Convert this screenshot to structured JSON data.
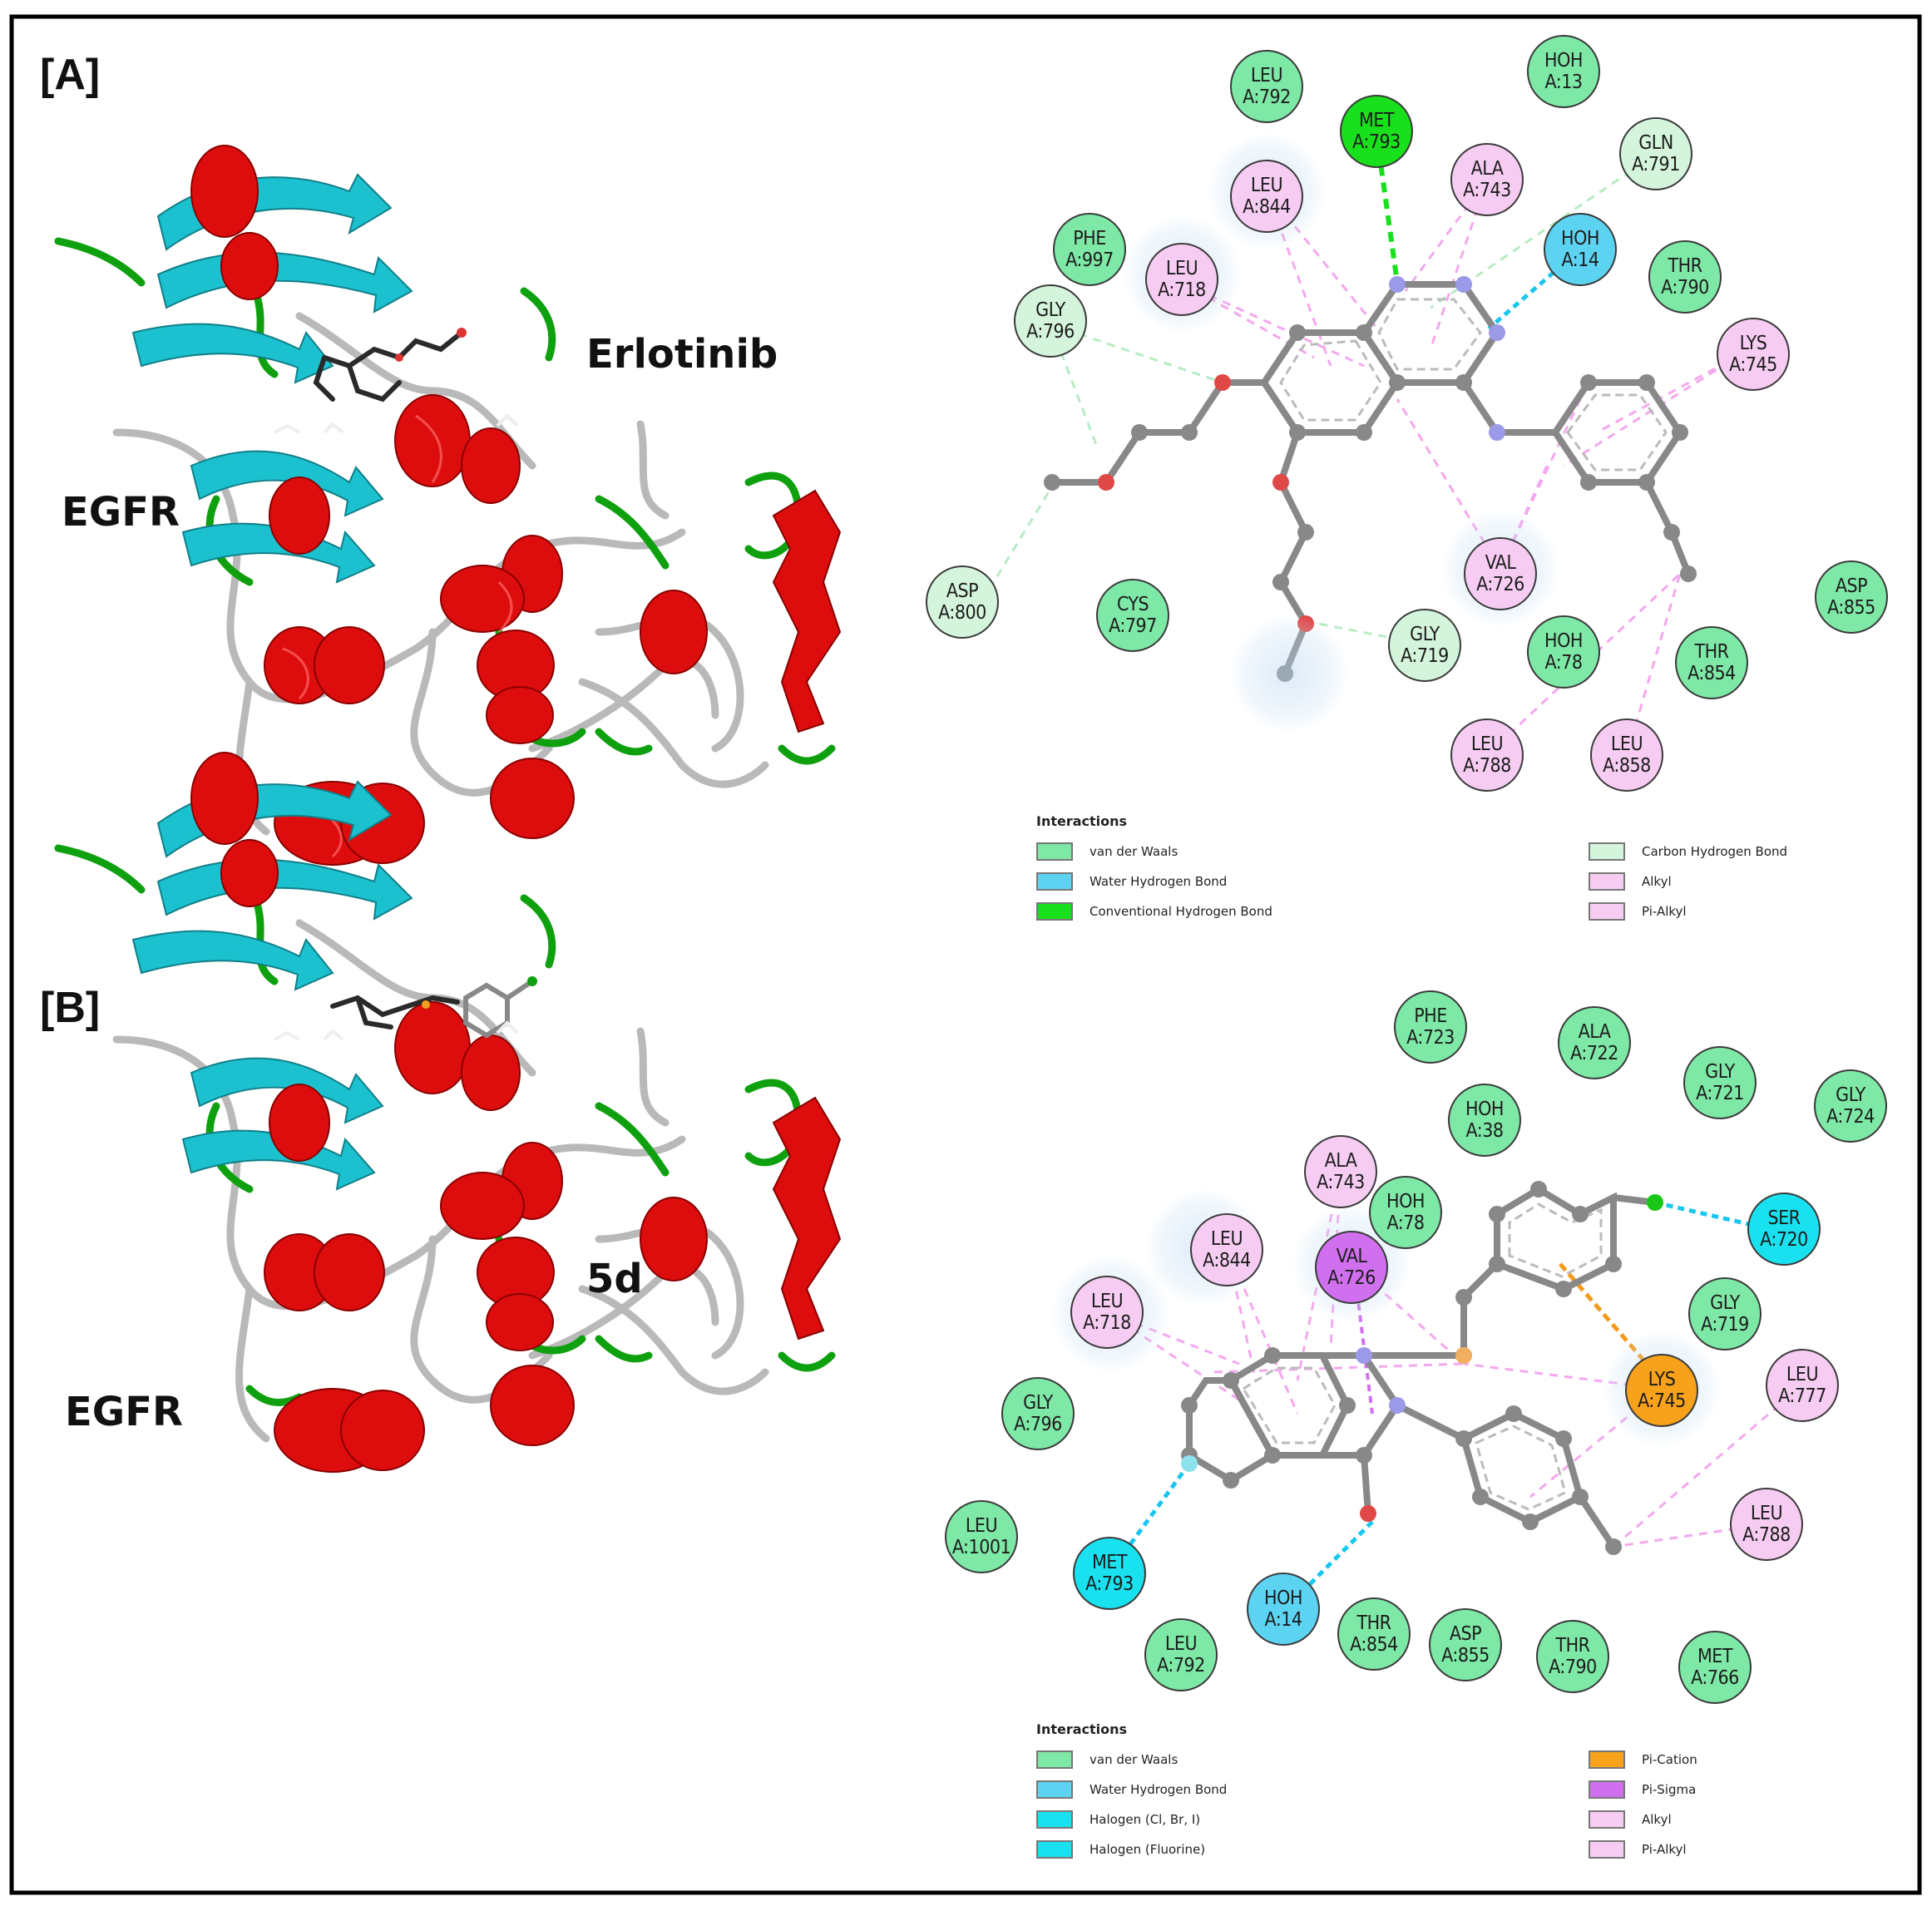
{
  "colors": {
    "vdw": "#7ee8a6",
    "water_hbond": "#5dd3f2",
    "conv_hbond": "#19e01c",
    "carbon_hbond": "#d4f5dc",
    "alkyl": "#f7ccf2",
    "pi_alkyl": "#f7ccf2",
    "halogen": "#19e1ef",
    "pi_cation": "#f7a21a",
    "pi_sigma": "#d070ee",
    "helix": "#dd0d0d",
    "strand": "#1bc1cf",
    "turn": "#0fa00f",
    "coil": "#b4b4b4"
  },
  "panelA": {
    "label": "[A]",
    "protein_label": "EGFR",
    "ligand_label": "Erlotinib",
    "residues": [
      {
        "name": "LEU",
        "id": "A:792",
        "type": "vdw"
      },
      {
        "name": "MET",
        "id": "A:793",
        "type": "conv_hbond"
      },
      {
        "name": "HOH",
        "id": "A:13",
        "type": "vdw"
      },
      {
        "name": "GLN",
        "id": "A:791",
        "type": "carbon_hbond"
      },
      {
        "name": "LEU",
        "id": "A:844",
        "type": "alkyl"
      },
      {
        "name": "ALA",
        "id": "A:743",
        "type": "alkyl"
      },
      {
        "name": "PHE",
        "id": "A:997",
        "type": "vdw"
      },
      {
        "name": "LEU",
        "id": "A:718",
        "type": "alkyl"
      },
      {
        "name": "HOH",
        "id": "A:14",
        "type": "water_hbond"
      },
      {
        "name": "THR",
        "id": "A:790",
        "type": "vdw"
      },
      {
        "name": "GLY",
        "id": "A:796",
        "type": "carbon_hbond"
      },
      {
        "name": "LYS",
        "id": "A:745",
        "type": "alkyl"
      },
      {
        "name": "ASP",
        "id": "A:800",
        "type": "carbon_hbond"
      },
      {
        "name": "CYS",
        "id": "A:797",
        "type": "vdw"
      },
      {
        "name": "VAL",
        "id": "A:726",
        "type": "alkyl"
      },
      {
        "name": "ASP",
        "id": "A:855",
        "type": "vdw"
      },
      {
        "name": "GLY",
        "id": "A:719",
        "type": "carbon_hbond"
      },
      {
        "name": "HOH",
        "id": "A:78",
        "type": "vdw"
      },
      {
        "name": "THR",
        "id": "A:854",
        "type": "vdw"
      },
      {
        "name": "LEU",
        "id": "A:788",
        "type": "alkyl"
      },
      {
        "name": "LEU",
        "id": "A:858",
        "type": "alkyl"
      }
    ],
    "legend_title": "Interactions",
    "legend": [
      {
        "label": "van der Waals",
        "type": "vdw"
      },
      {
        "label": "Water Hydrogen Bond",
        "type": "water_hbond"
      },
      {
        "label": "Conventional Hydrogen Bond",
        "type": "conv_hbond"
      },
      {
        "label": "Carbon Hydrogen Bond",
        "type": "carbon_hbond"
      },
      {
        "label": "Alkyl",
        "type": "alkyl"
      },
      {
        "label": "Pi-Alkyl",
        "type": "pi_alkyl"
      }
    ]
  },
  "panelB": {
    "label": "[B]",
    "protein_label": "EGFR",
    "ligand_label": "5d",
    "residues": [
      {
        "name": "PHE",
        "id": "A:723",
        "type": "vdw"
      },
      {
        "name": "ALA",
        "id": "A:722",
        "type": "vdw"
      },
      {
        "name": "GLY",
        "id": "A:721",
        "type": "vdw"
      },
      {
        "name": "GLY",
        "id": "A:724",
        "type": "vdw"
      },
      {
        "name": "HOH",
        "id": "A:38",
        "type": "vdw"
      },
      {
        "name": "ALA",
        "id": "A:743",
        "type": "alkyl"
      },
      {
        "name": "HOH",
        "id": "A:78",
        "type": "vdw"
      },
      {
        "name": "SER",
        "id": "A:720",
        "type": "halogen"
      },
      {
        "name": "LEU",
        "id": "A:844",
        "type": "alkyl"
      },
      {
        "name": "VAL",
        "id": "A:726",
        "type": "pi_sigma"
      },
      {
        "name": "LEU",
        "id": "A:718",
        "type": "alkyl"
      },
      {
        "name": "GLY",
        "id": "A:719",
        "type": "vdw"
      },
      {
        "name": "LYS",
        "id": "A:745",
        "type": "pi_cation"
      },
      {
        "name": "LEU",
        "id": "A:777",
        "type": "alkyl"
      },
      {
        "name": "GLY",
        "id": "A:796",
        "type": "vdw"
      },
      {
        "name": "LEU",
        "id": "A:1001",
        "type": "vdw"
      },
      {
        "name": "LEU",
        "id": "A:788",
        "type": "alkyl"
      },
      {
        "name": "MET",
        "id": "A:793",
        "type": "halogen"
      },
      {
        "name": "HOH",
        "id": "A:14",
        "type": "water_hbond"
      },
      {
        "name": "LEU",
        "id": "A:792",
        "type": "vdw"
      },
      {
        "name": "THR",
        "id": "A:854",
        "type": "vdw"
      },
      {
        "name": "ASP",
        "id": "A:855",
        "type": "vdw"
      },
      {
        "name": "THR",
        "id": "A:790",
        "type": "vdw"
      },
      {
        "name": "MET",
        "id": "A:766",
        "type": "vdw"
      }
    ],
    "legend_title": "Interactions",
    "legend": [
      {
        "label": "van der Waals",
        "type": "vdw"
      },
      {
        "label": "Water Hydrogen Bond",
        "type": "water_hbond"
      },
      {
        "label": "Halogen (Cl, Br, I)",
        "type": "halogen"
      },
      {
        "label": "Halogen (Fluorine)",
        "type": "halogen"
      },
      {
        "label": "Pi-Cation",
        "type": "pi_cation"
      },
      {
        "label": "Pi-Sigma",
        "type": "pi_sigma"
      },
      {
        "label": "Alkyl",
        "type": "alkyl"
      },
      {
        "label": "Pi-Alkyl",
        "type": "pi_alkyl"
      }
    ]
  }
}
